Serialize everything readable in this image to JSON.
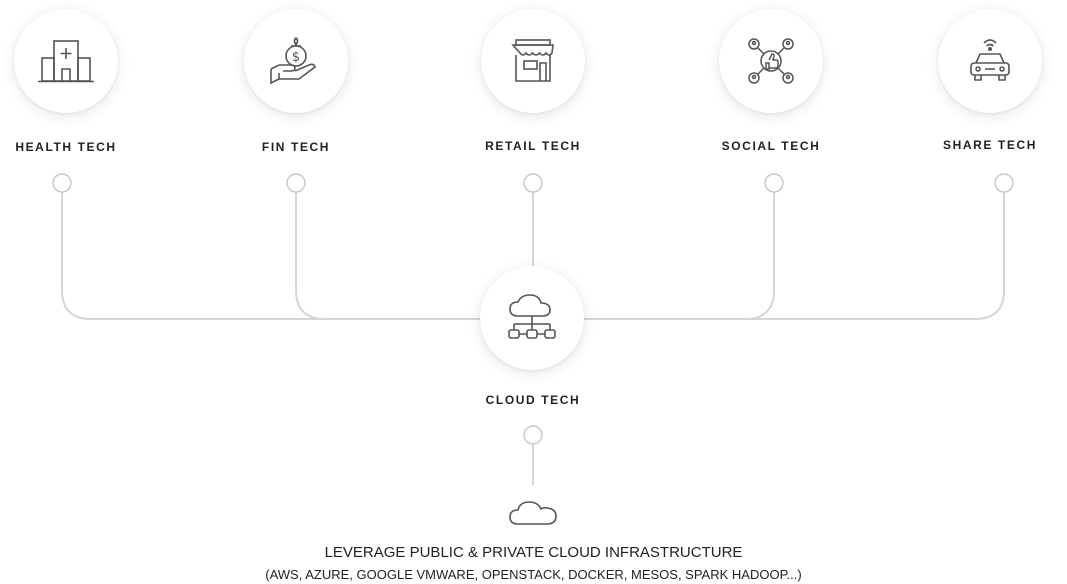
{
  "nodes": [
    {
      "label": "HEALTH TECH",
      "icon": "hospital-icon"
    },
    {
      "label": "FIN TECH",
      "icon": "money-hand-icon"
    },
    {
      "label": "RETAIL TECH",
      "icon": "storefront-icon"
    },
    {
      "label": "SOCIAL TECH",
      "icon": "social-network-icon"
    },
    {
      "label": "SHARE TECH",
      "icon": "connected-car-icon"
    }
  ],
  "center": {
    "label": "CLOUD TECH",
    "icon": "cloud-network-icon"
  },
  "bottom": {
    "icon": "cloud-icon",
    "title": "LEVERAGE PUBLIC & PRIVATE CLOUD INFRASTRUCTURE",
    "subtitle": "(AWS, AZURE, GOOGLE VMWARE, OPENSTACK, DOCKER, MESOS, SPARK HADOOP...)"
  },
  "colors": {
    "line": "#d4d4d4",
    "icon": "#555555",
    "text": "#222222"
  }
}
